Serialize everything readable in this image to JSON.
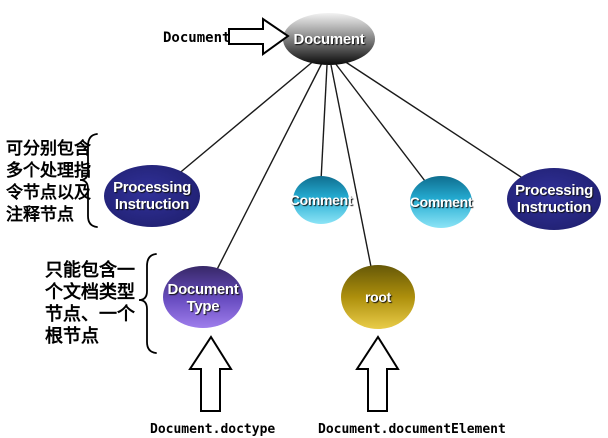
{
  "legend": {
    "document_pointer": "Document"
  },
  "nodes": {
    "document": {
      "label": "Document"
    },
    "pi_left": {
      "line1": "Processing",
      "line2": "Instruction"
    },
    "comment_left": {
      "label": "Comment"
    },
    "comment_right": {
      "label": "Comment"
    },
    "pi_right": {
      "line1": "Processing",
      "line2": "Instruction"
    },
    "doctype": {
      "line1": "Document",
      "line2": "Type"
    },
    "root": {
      "label": "root"
    }
  },
  "annotations": {
    "group1": {
      "lines": [
        "可分别包含",
        "多个处理指",
        "令节点以及",
        "注释节点"
      ]
    },
    "group2": {
      "lines": [
        "只能包含一",
        "个文档类型",
        "节点、一个",
        "根节点"
      ]
    }
  },
  "captions": {
    "doctype": "Document.doctype",
    "document_element": "Document.documentElement"
  },
  "colors": {
    "document_top": "#f2f2f2",
    "document_mid": "#9a9a9a",
    "document_bottom": "#0a0a0a",
    "pi_center": "#31319a",
    "pi_edge": "#1d1d69",
    "comment_top": "#0f6e8f",
    "comment_mid": "#25acd2",
    "comment_bottom": "#8ce4f6",
    "doctype_top": "#372868",
    "doctype_mid": "#6a4ec2",
    "doctype_bottom": "#9f7eec",
    "root_top": "#665808",
    "root_mid": "#ad8f0c",
    "root_bottom": "#e9cc49",
    "edge": "#1a1a1a"
  }
}
